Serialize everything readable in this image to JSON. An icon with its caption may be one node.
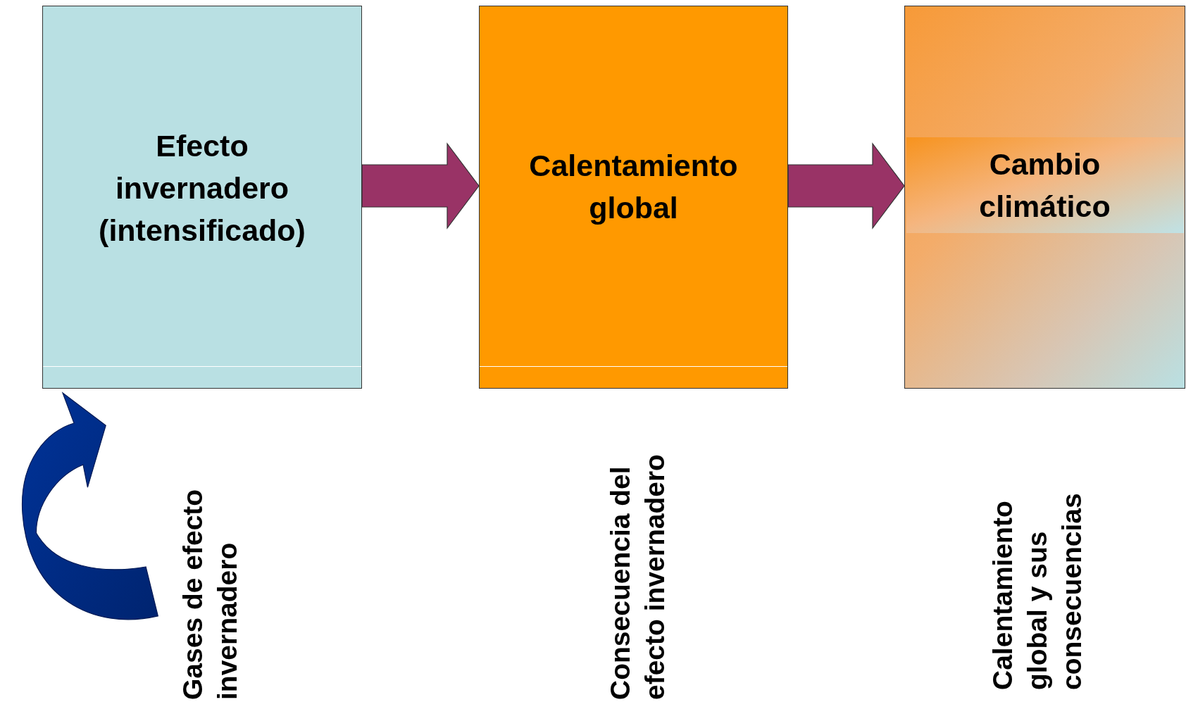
{
  "diagram": {
    "nodes": [
      {
        "text": [
          "Efecto invernadero (intensificado)"
        ],
        "beside": [
          "Gases de efecto invernadero"
        ]
      },
      {
        "text": [
          "Calentamiento global"
        ],
        "beside": [
          "Consecuencia del efecto invernadero"
        ]
      },
      {
        "text": [
          "Cambio climático"
        ],
        "beside": [
          "Calentamiento global y sus consecuencias"
        ]
      }
    ],
    "edges": [
      {
        "from": 0,
        "to": 1,
        "arrow": "to"
      },
      {
        "from": 1,
        "to": 2,
        "arrow": "to"
      },
      {
        "from": null,
        "to": 0,
        "arrow": "to",
        "color": "#003399"
      }
    ]
  }
}
